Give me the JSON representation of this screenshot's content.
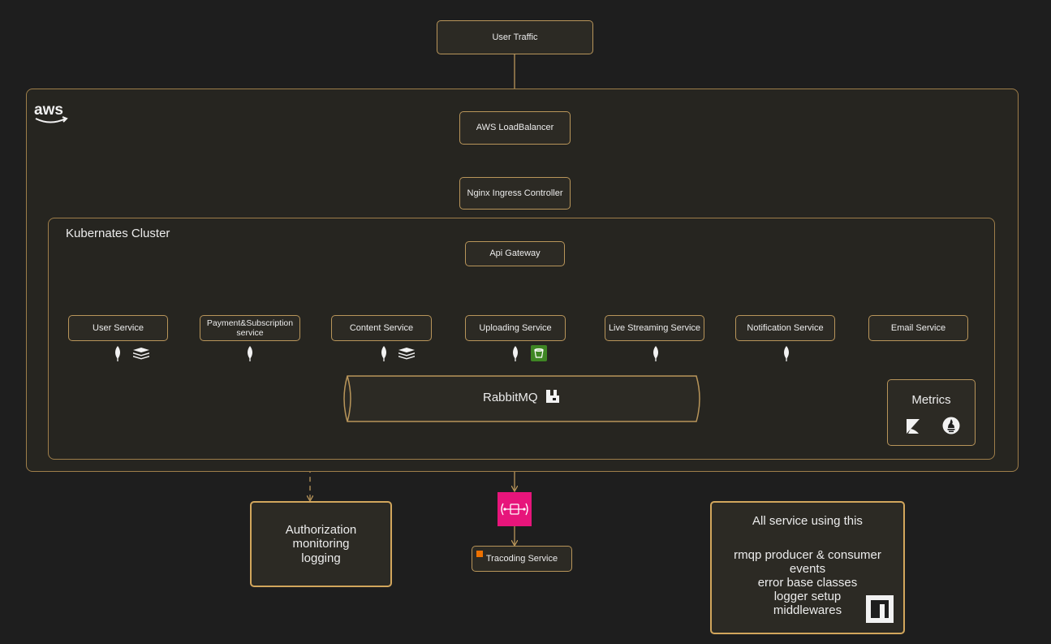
{
  "entry": {
    "user_traffic": "User Traffic"
  },
  "aws": {
    "logo_text": "aws",
    "load_balancer": "AWS LoadBalancer",
    "ingress": "Nginx Ingress Controller"
  },
  "cluster": {
    "title": "Kubernates Cluster",
    "api_gateway": "Api Gateway",
    "services": [
      {
        "label": "User Service",
        "icons": [
          "mongodb-icon",
          "redis-icon"
        ]
      },
      {
        "label": "Payment&Subscription service",
        "icons": [
          "mongodb-icon"
        ]
      },
      {
        "label": "Content Service",
        "icons": [
          "mongodb-icon",
          "redis-icon"
        ]
      },
      {
        "label": "Uploading Service",
        "icons": [
          "mongodb-icon",
          "s3-bucket-icon"
        ]
      },
      {
        "label": "Live Streaming Service",
        "icons": [
          "mongodb-icon"
        ]
      },
      {
        "label": "Notification Service",
        "icons": [
          "mongodb-icon"
        ]
      },
      {
        "label": "Email Service",
        "icons": []
      }
    ],
    "queue": {
      "label": "RabbitMQ",
      "icon": "rabbitmq-icon"
    },
    "metrics": {
      "title": "Metrics",
      "icons": [
        "kibana-icon",
        "prometheus-icon"
      ]
    }
  },
  "external": {
    "auth_box": {
      "lines": [
        "Authorization",
        "monitoring",
        "logging"
      ]
    },
    "queue_icon": "aws-sqs-icon",
    "transcoding": {
      "label": "Tracoding Service",
      "icon": "aws-ec2-icon"
    },
    "shared_lib": {
      "title": "All service using this",
      "lines": [
        "rmqp producer & consumer",
        "events",
        "error base classes",
        "logger setup",
        "middlewares"
      ],
      "icon": "npm-icon"
    }
  },
  "colors": {
    "background": "#1e1e1e",
    "border": "#b8955a",
    "box_fill": "#2c2a24",
    "s3_green": "#3f8624",
    "sqs_pink": "#e7157b"
  }
}
